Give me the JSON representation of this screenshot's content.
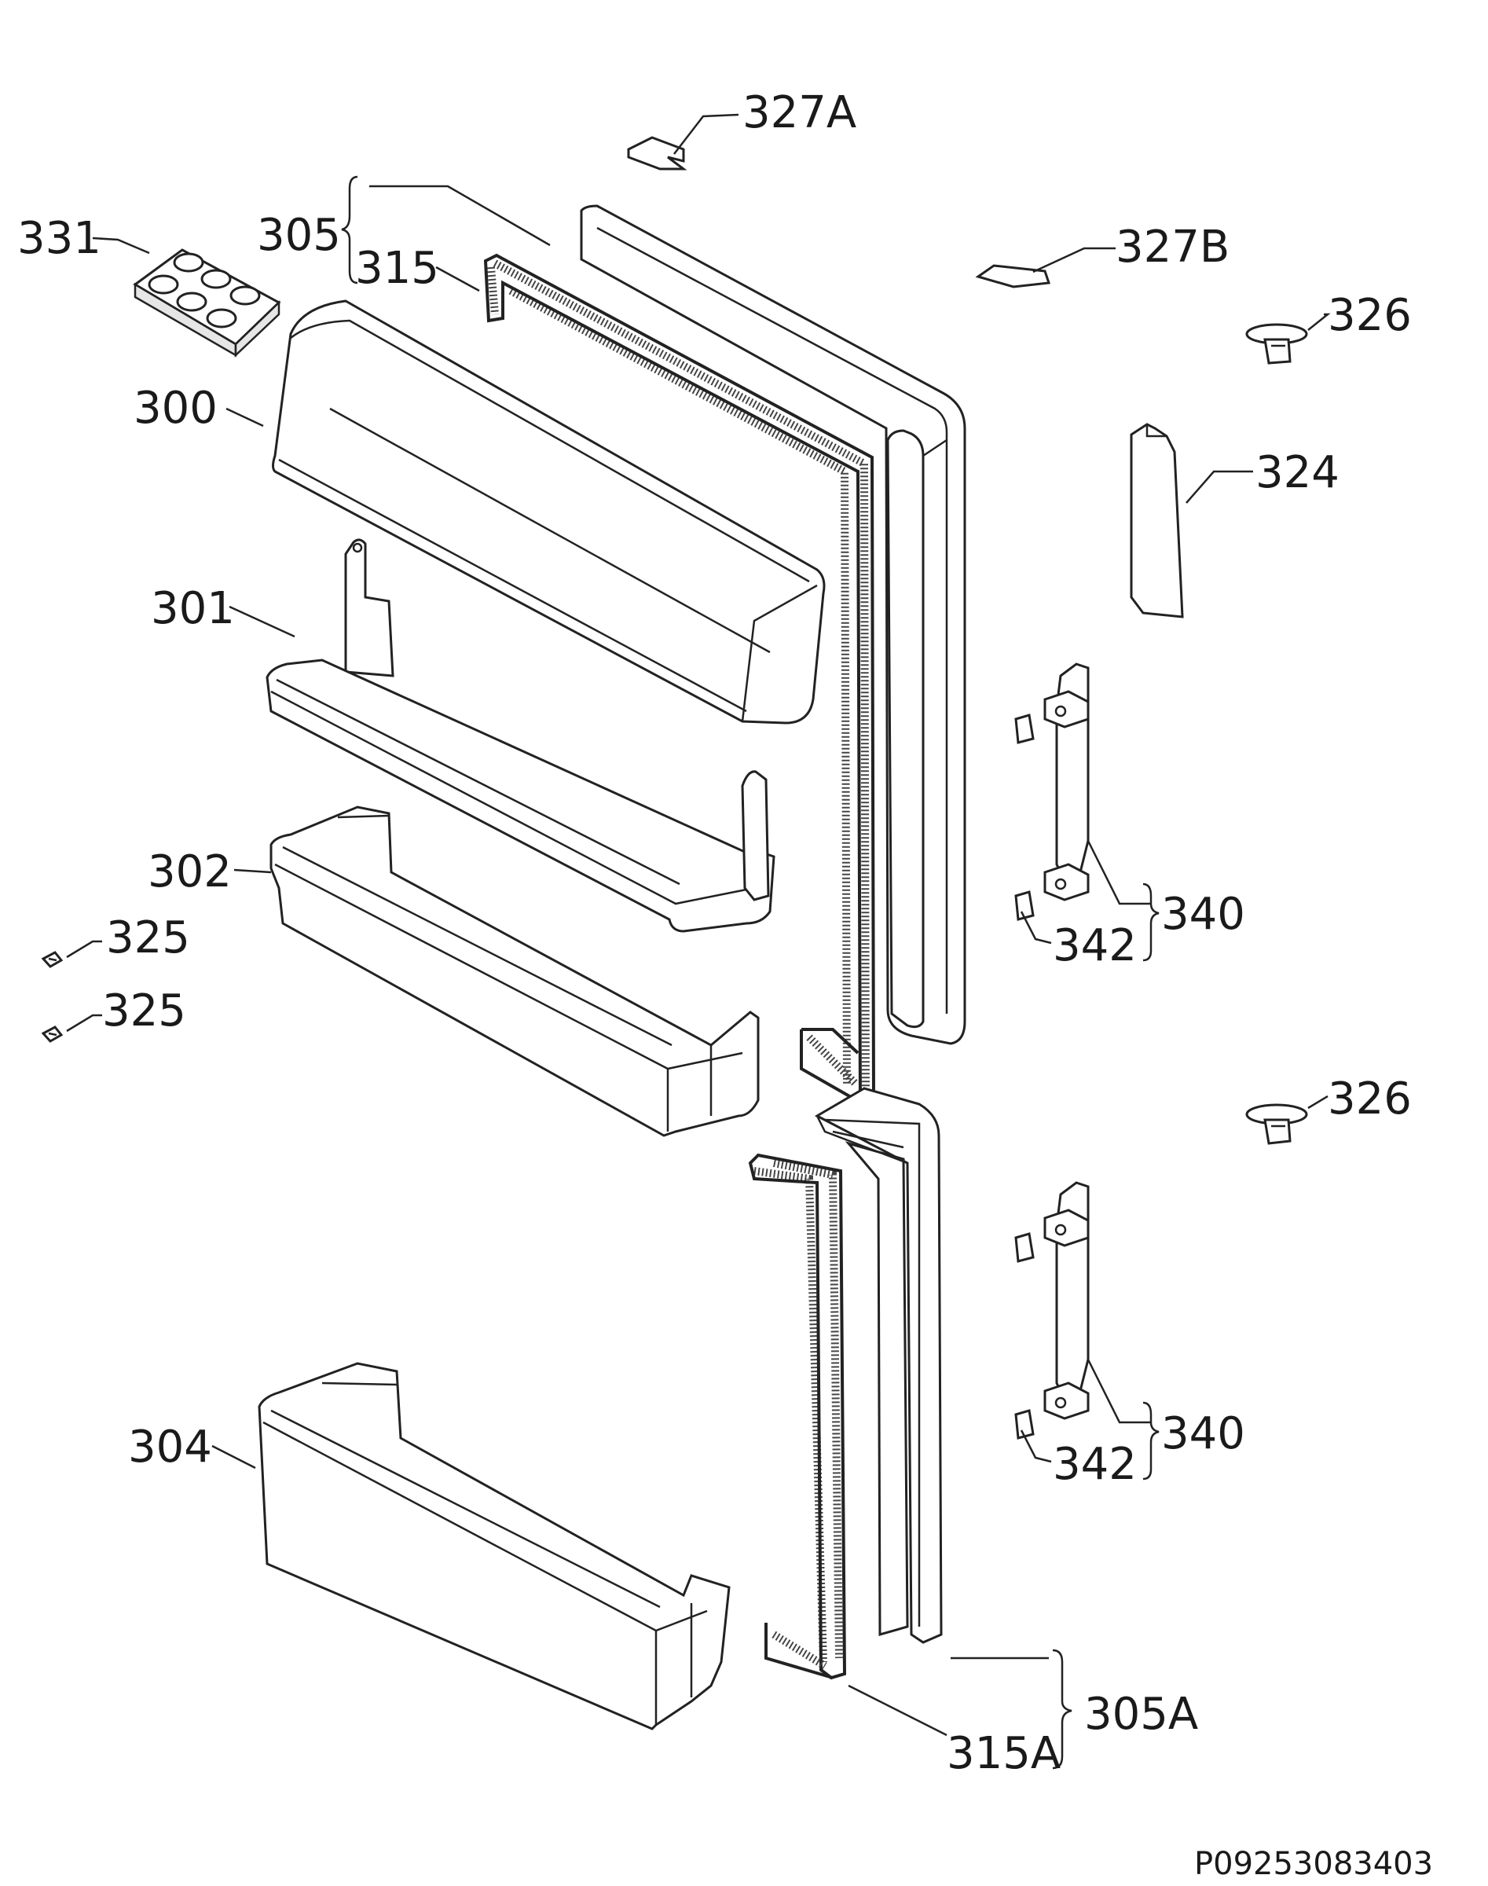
{
  "labels": {
    "l327A": "327A",
    "l327B": "327B",
    "l305": "305",
    "l315": "315",
    "l331": "331",
    "l326a": "326",
    "l326b": "326",
    "l300": "300",
    "l324": "324",
    "l301": "301",
    "l302": "302",
    "l325a": "325",
    "l325b": "325",
    "l342a": "342",
    "l340a": "340",
    "l342b": "342",
    "l340b": "340",
    "l304": "304",
    "l305A": "305A",
    "l315A": "315A"
  },
  "drawing_code": "P09253083403"
}
